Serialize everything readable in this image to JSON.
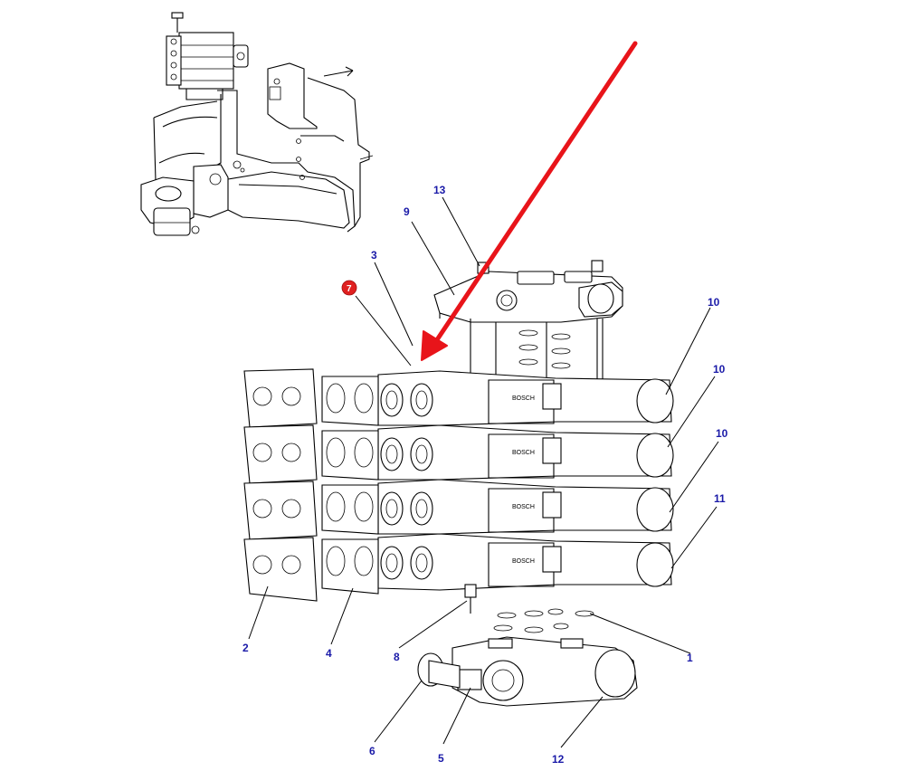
{
  "diagram": {
    "callouts": {
      "c1": "1",
      "c2": "2",
      "c3": "3",
      "c4": "4",
      "c5": "5",
      "c6": "6",
      "c7": "7",
      "c8": "8",
      "c9": "9",
      "c10a": "10",
      "c10b": "10",
      "c10c": "10",
      "c11": "11",
      "c12": "12",
      "c13": "13"
    },
    "colors": {
      "callout_text": "#1a1aa8",
      "highlight_arrow": "#e8141a",
      "badge": "#e02020",
      "line": "#000000"
    },
    "highlighted_item": "7"
  }
}
